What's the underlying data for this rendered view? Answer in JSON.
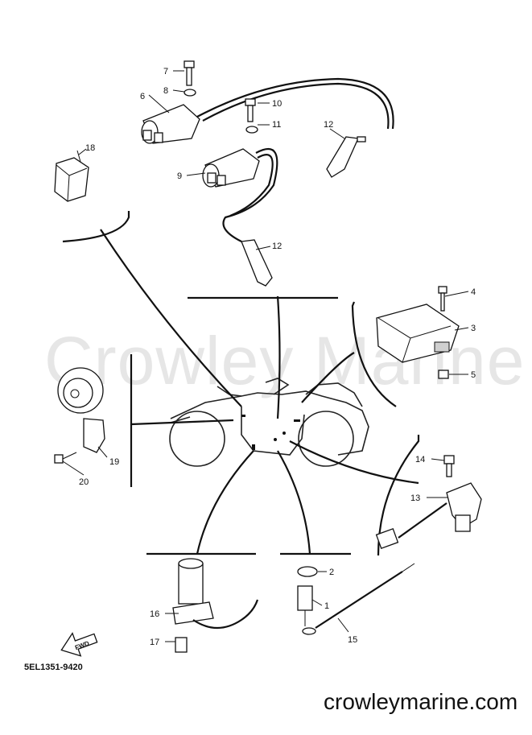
{
  "watermark": "Crowley Marine",
  "footer_url": "crowleymarine.com",
  "part_code": "5EL1351-9420",
  "fwd_label": "FWD",
  "callouts": {
    "c1": "1",
    "c2": "2",
    "c3": "3",
    "c4": "4",
    "c5": "5",
    "c6": "6",
    "c7": "7",
    "c8": "8",
    "c9": "9",
    "c10": "10",
    "c11": "11",
    "c12a": "12",
    "c12b": "12",
    "c13": "13",
    "c14": "14",
    "c15": "15",
    "c16": "16",
    "c17": "17",
    "c18": "18",
    "c19": "19",
    "c20": "20"
  }
}
